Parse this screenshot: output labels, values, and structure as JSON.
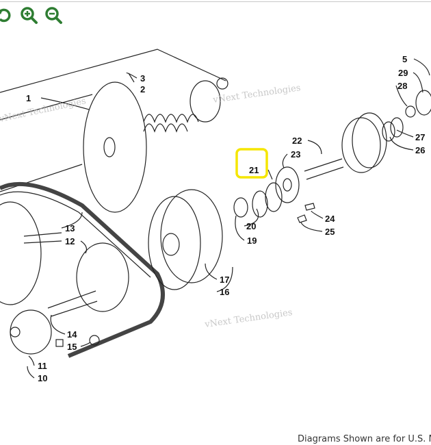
{
  "toolbar": {
    "icons": [
      "reset-icon",
      "zoom-in-icon",
      "zoom-out-icon"
    ],
    "color": "#2e7d32"
  },
  "highlight_color": "#f5e600",
  "selected_part": "21",
  "watermark": "vNext Technologies",
  "callouts": [
    "1",
    "2",
    "3",
    "5",
    "29",
    "28",
    "27",
    "26",
    "22",
    "23",
    "21",
    "24",
    "25",
    "20",
    "19",
    "17",
    "16",
    "13",
    "12",
    "14",
    "15",
    "11",
    "10"
  ],
  "footer": "Diagrams Shown are for U.S. Mod"
}
